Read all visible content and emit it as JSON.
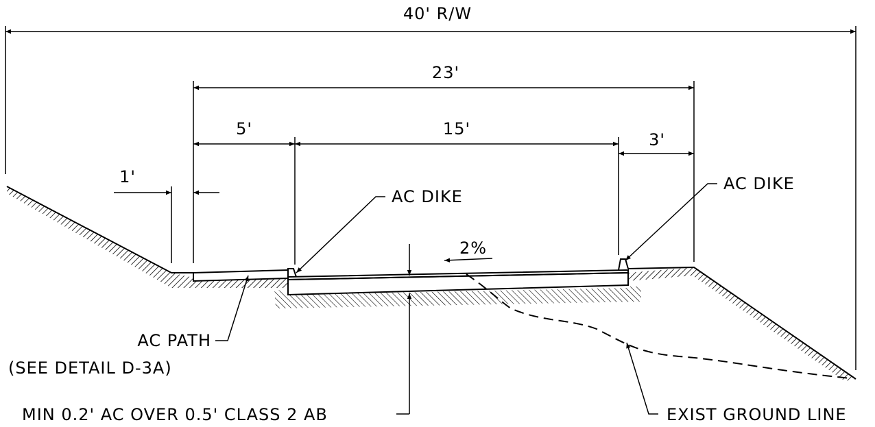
{
  "dimensions": {
    "right_of_way": "40' R/W",
    "roadway_total": "23'",
    "path_width": "5'",
    "travel_width": "15'",
    "shoulder_width": "3'",
    "offset": "1'"
  },
  "slope": "2%",
  "callouts": {
    "ac_dike_left": "AC DIKE",
    "ac_dike_right": "AC DIKE",
    "ac_path_line1": "AC PATH",
    "ac_path_line2": "(SEE DETAIL D-3A)",
    "pavement_section": "MIN 0.2' AC OVER 0.5' CLASS 2 AB",
    "exist_ground": "EXIST GROUND LINE"
  }
}
